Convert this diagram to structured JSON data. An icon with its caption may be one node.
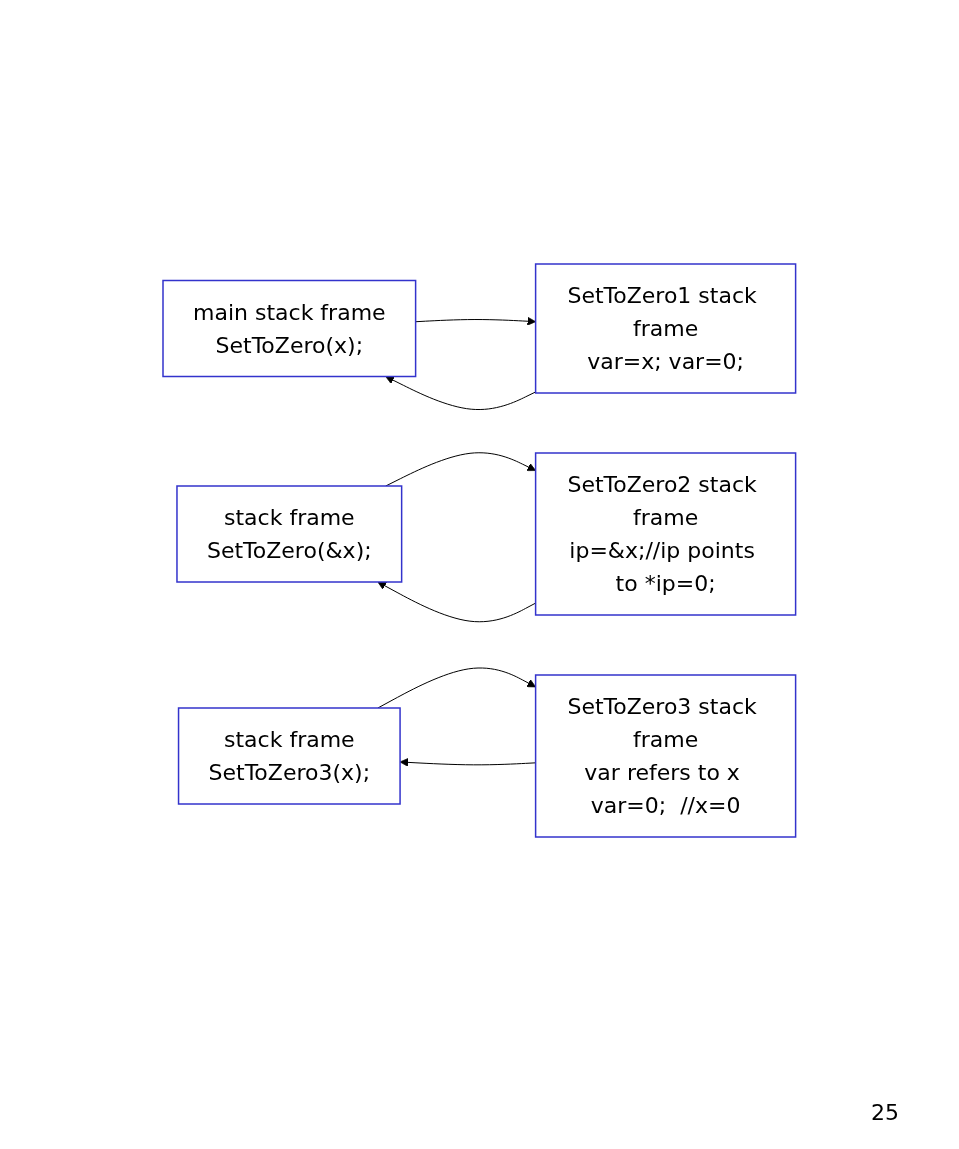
{
  "diagram": {
    "nodes": [
      {
        "text": [
          "main stack frame",
          "SetToZero(x);"
        ]
      },
      {
        "text": [
          "SetToZero1 stack frame",
          "var=x; var=0;"
        ]
      },
      {
        "text": [
          "stack frame",
          "SetToZero(&x);"
        ]
      },
      {
        "text": [
          "SetToZero2 stack frame",
          "ip=&x;//ip points to *ip=0;"
        ]
      },
      {
        "text": [
          "stack frame",
          "SetToZero3(x);"
        ]
      },
      {
        "text": [
          "SetToZero3 stack frame",
          "var refers to x var=0;  //x=0"
        ]
      }
    ],
    "edges": [
      {
        "from": 0,
        "to": 1,
        "arrow": "to"
      },
      {
        "from": 1,
        "to": 0,
        "arrow": "to"
      },
      {
        "from": 2,
        "to": 3,
        "arrow": "to"
      },
      {
        "from": 3,
        "to": 2,
        "arrow": "to"
      },
      {
        "from": 4,
        "to": 5,
        "arrow": "to"
      },
      {
        "from": 5,
        "to": 4,
        "arrow": "to"
      }
    ],
    "labels": [
      "25"
    ]
  }
}
